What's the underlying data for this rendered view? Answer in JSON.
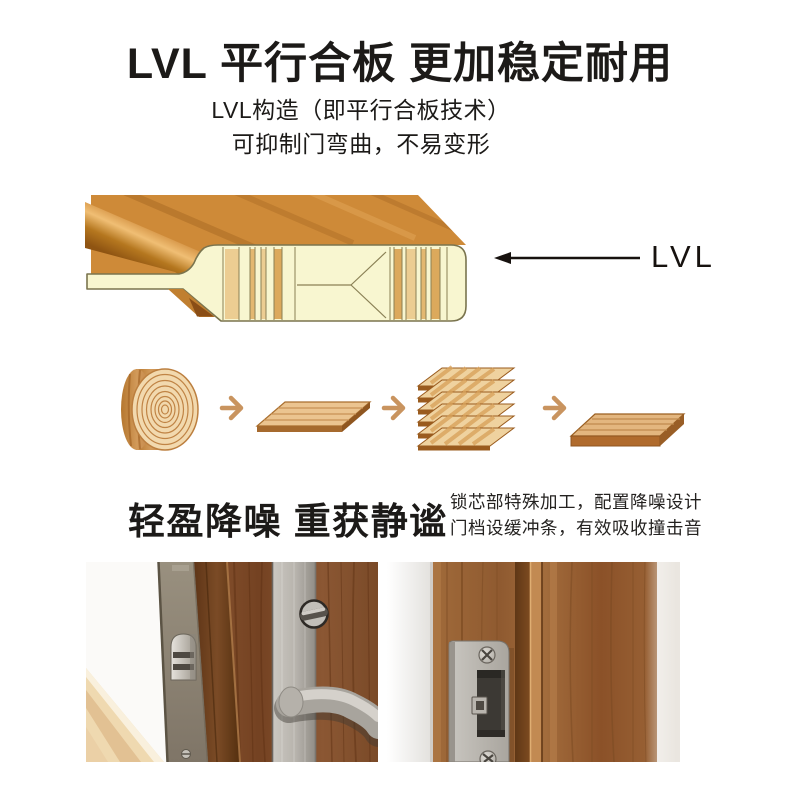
{
  "section1": {
    "title": "LVL 平行合板 更加稳定耐用",
    "subtitle1": "LVL构造（即平行合板技术）",
    "subtitle2": "可抑制门弯曲，不易变形",
    "lvl_label": "LVL"
  },
  "section2": {
    "heading": "轻盈降噪 重获静谧",
    "desc1": "锁芯部特殊加工，配置降噪设计",
    "desc2": "门档设缓冲条，有效吸收撞击音"
  },
  "illustration": {
    "icon": "door-edge-cross-section",
    "colors": {
      "wood": "#CE8A38",
      "molding_light": "#F0BE74",
      "core_cream": "#F8F6D0",
      "strip_tan": "#ECCD92",
      "strip_dark": "#DCA95C",
      "outline": "#7A744E"
    }
  },
  "pointer": {
    "icon": "arrow-left-icon",
    "color": "#17120F"
  },
  "process": {
    "steps": [
      "log-icon",
      "arrow-right-icon",
      "veneer-sheet-icon",
      "arrow-right-icon",
      "veneer-stack-icon",
      "arrow-right-icon",
      "lvl-board-icon"
    ],
    "arrow_color": "#C9945F",
    "wood_light": "#F2D9AE",
    "wood_mid": "#E3B67F",
    "wood_dark": "#A0601F"
  },
  "photos": {
    "left_icon": "door-lock-and-handle-photo",
    "right_icon": "door-frame-strike-plate-photo",
    "walnut": "#8A5530",
    "metal": "#B7B3AC",
    "floor": "#EFD9B0"
  },
  "colors": {
    "text": "#1C1A18",
    "background": "#FFFFFF"
  }
}
